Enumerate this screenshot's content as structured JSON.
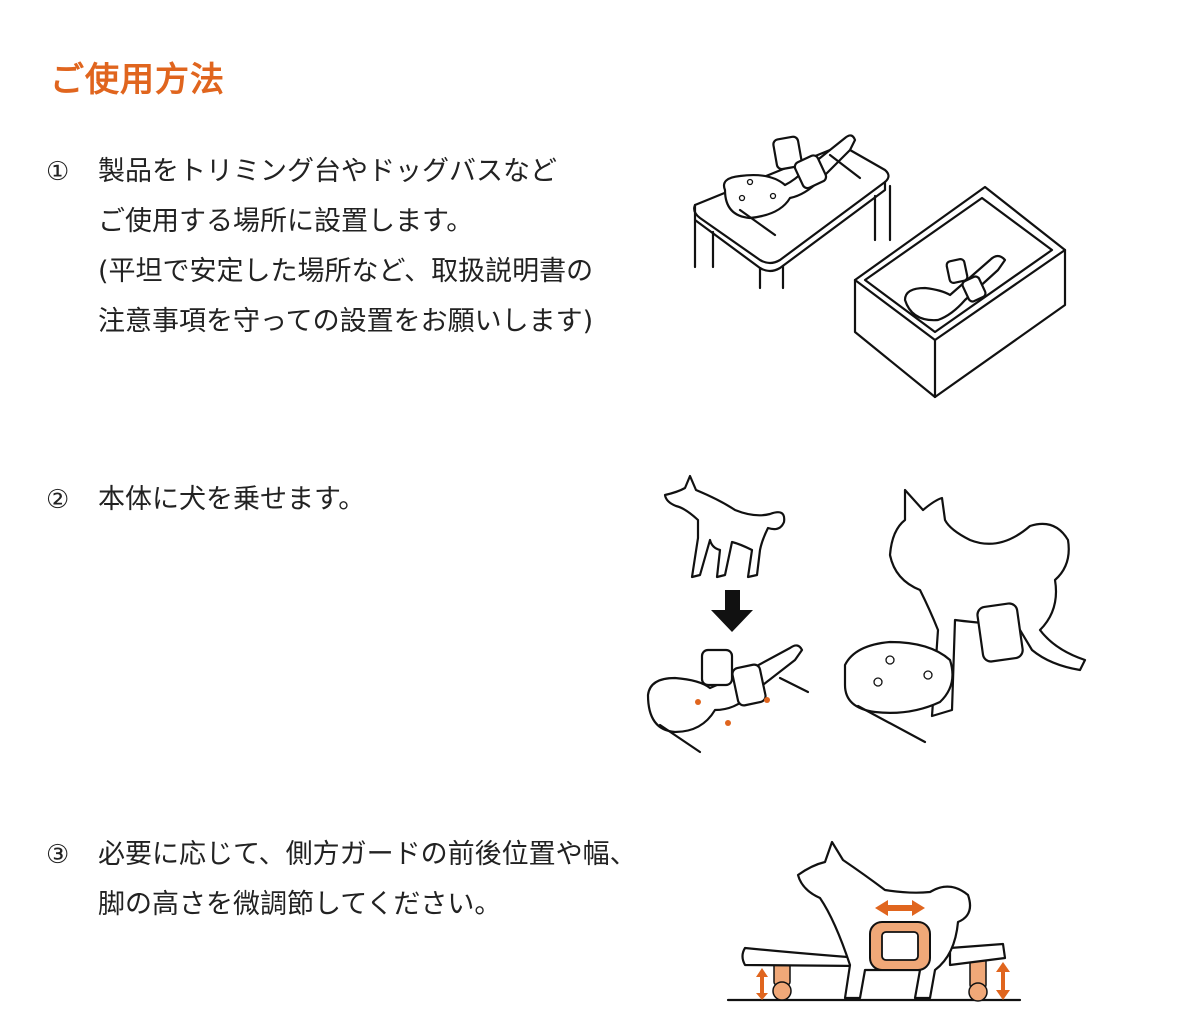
{
  "heading": "ご使用方法",
  "accent_color": "#e0651e",
  "steps": [
    {
      "number": "①",
      "lines": [
        "製品をトリミング台やドッグバスなど",
        "ご使用する場所に設置します。",
        "(平坦で安定した場所など、取扱説明書の",
        "注意事項を守っての設置をお願いします)"
      ],
      "illustration": "product-on-trimming-table-and-dog-bath"
    },
    {
      "number": "②",
      "lines": [
        "本体に犬を乗せます。"
      ],
      "illustration": "dog-placed-on-product"
    },
    {
      "number": "③",
      "lines": [
        "必要に応じて、側方ガードの前後位置や幅、",
        "脚の高さを微調節してください。"
      ],
      "illustration": "adjust-side-guard-and-leg-height"
    }
  ]
}
